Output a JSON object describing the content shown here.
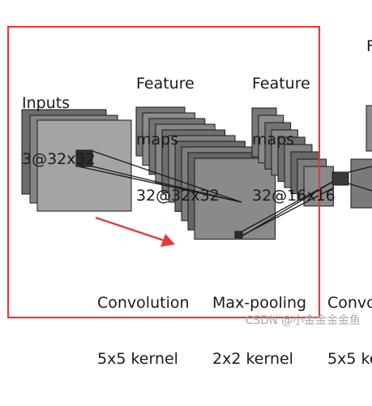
{
  "labels": {
    "inputs": {
      "line1": "Inputs",
      "line2": "3@32x32"
    },
    "fm1": {
      "line1": "Feature",
      "line2": "maps",
      "line3": "32@32x32"
    },
    "fm2": {
      "line1": "Feature",
      "line2": "maps",
      "line3": "32@16x16"
    },
    "fm3_partial": "F",
    "conv1": {
      "line1": "Convolution",
      "line2": "5x5 kernel"
    },
    "pool1": {
      "line1": "Max-pooling",
      "line2": "2x2 kernel"
    },
    "conv2_partial": {
      "line1": "Convo",
      "line2": "5x5 ke"
    }
  },
  "colors": {
    "highlight_frame": "#e03c3c",
    "arrow": "#e03c3c",
    "map_dark": "#5a5a5a",
    "map_light": "#9a9a9a",
    "map_stroke": "#1a1a1a"
  },
  "watermark": "CSDN @小金金金金鱼"
}
